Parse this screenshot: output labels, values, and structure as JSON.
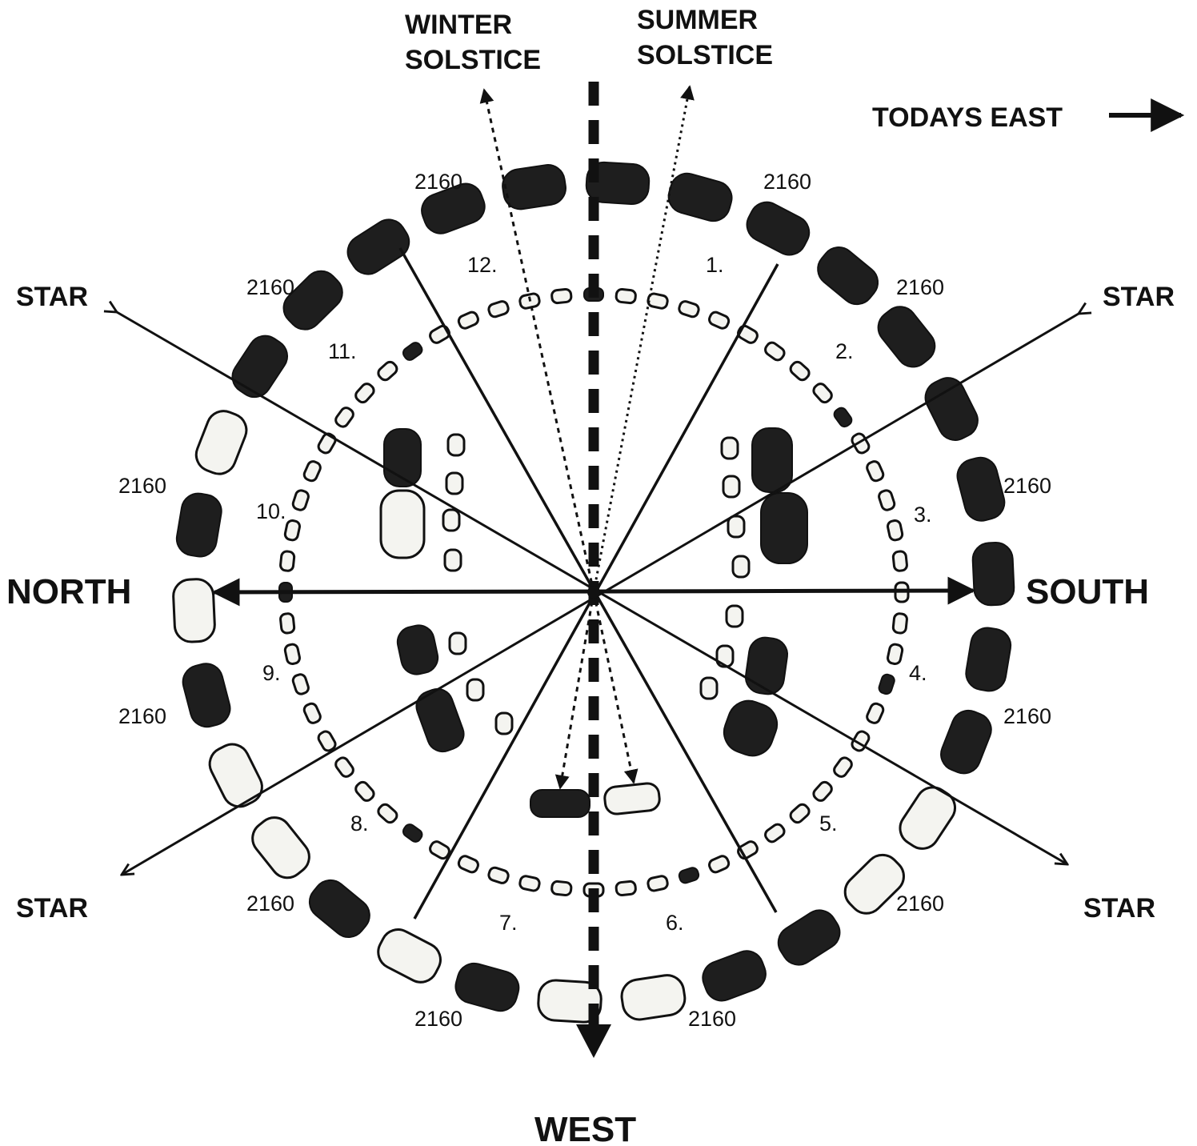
{
  "directions": {
    "north": "NORTH",
    "south": "SOUTH",
    "west": "WEST",
    "todays_east": "TODAYS EAST"
  },
  "solstices": {
    "winter": [
      "WINTER",
      "SOLSTICE"
    ],
    "summer": [
      "SUMMER",
      "SOLSTICE"
    ]
  },
  "star_label": "STAR",
  "year_label": "2160",
  "sectors": [
    "1.",
    "2.",
    "3.",
    "4.",
    "5.",
    "6.",
    "7.",
    "8.",
    "9.",
    "10.",
    "11.",
    "12."
  ],
  "colors": {
    "ink": "#111111",
    "stone_dark": "#1e1e1e",
    "stone_light": "#f4f4f0",
    "background": "#ffffff"
  }
}
